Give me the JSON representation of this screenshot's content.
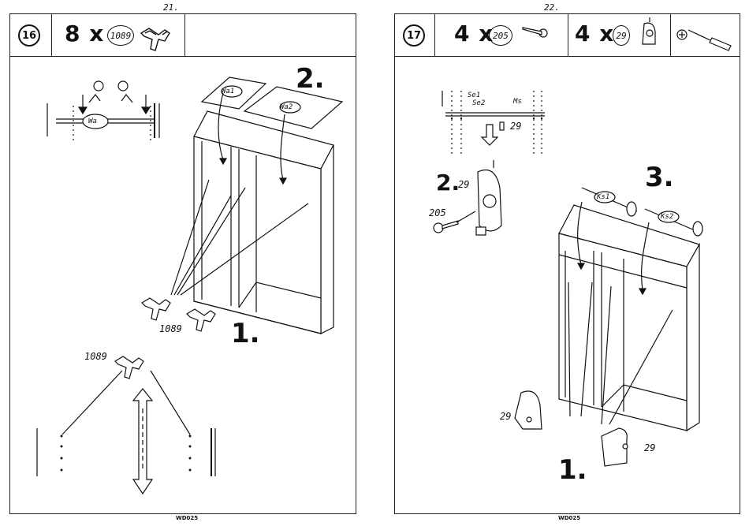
{
  "left_page": {
    "page_number": "21.",
    "step": "16",
    "quantity": "8 x",
    "part_code": "1089",
    "panel_label_1": "Wa1",
    "panel_label_2": "Wa2",
    "wall_label": "Wa",
    "part_label_a": "1089",
    "part_label_b": "1089",
    "step_1": "1.",
    "step_2": "2.",
    "footer": "WD025"
  },
  "right_page": {
    "page_number": "22.",
    "step": "17",
    "quantity_a": "4 x",
    "part_code_a": "205",
    "quantity_b": "4 x",
    "part_code_b": "29",
    "tag_se1": "Se1",
    "tag_se2": "Se2",
    "tag_ms": "Ms",
    "detail_part": "29",
    "detail_step": "2.",
    "detail_part_2": "29",
    "screw_label": "205",
    "rod_label_1": "Ks1",
    "rod_label_2": "Ks2",
    "part_label_c": "29",
    "part_label_d": "29",
    "step_1": "1.",
    "step_3": "3.",
    "footer": "WD025"
  }
}
